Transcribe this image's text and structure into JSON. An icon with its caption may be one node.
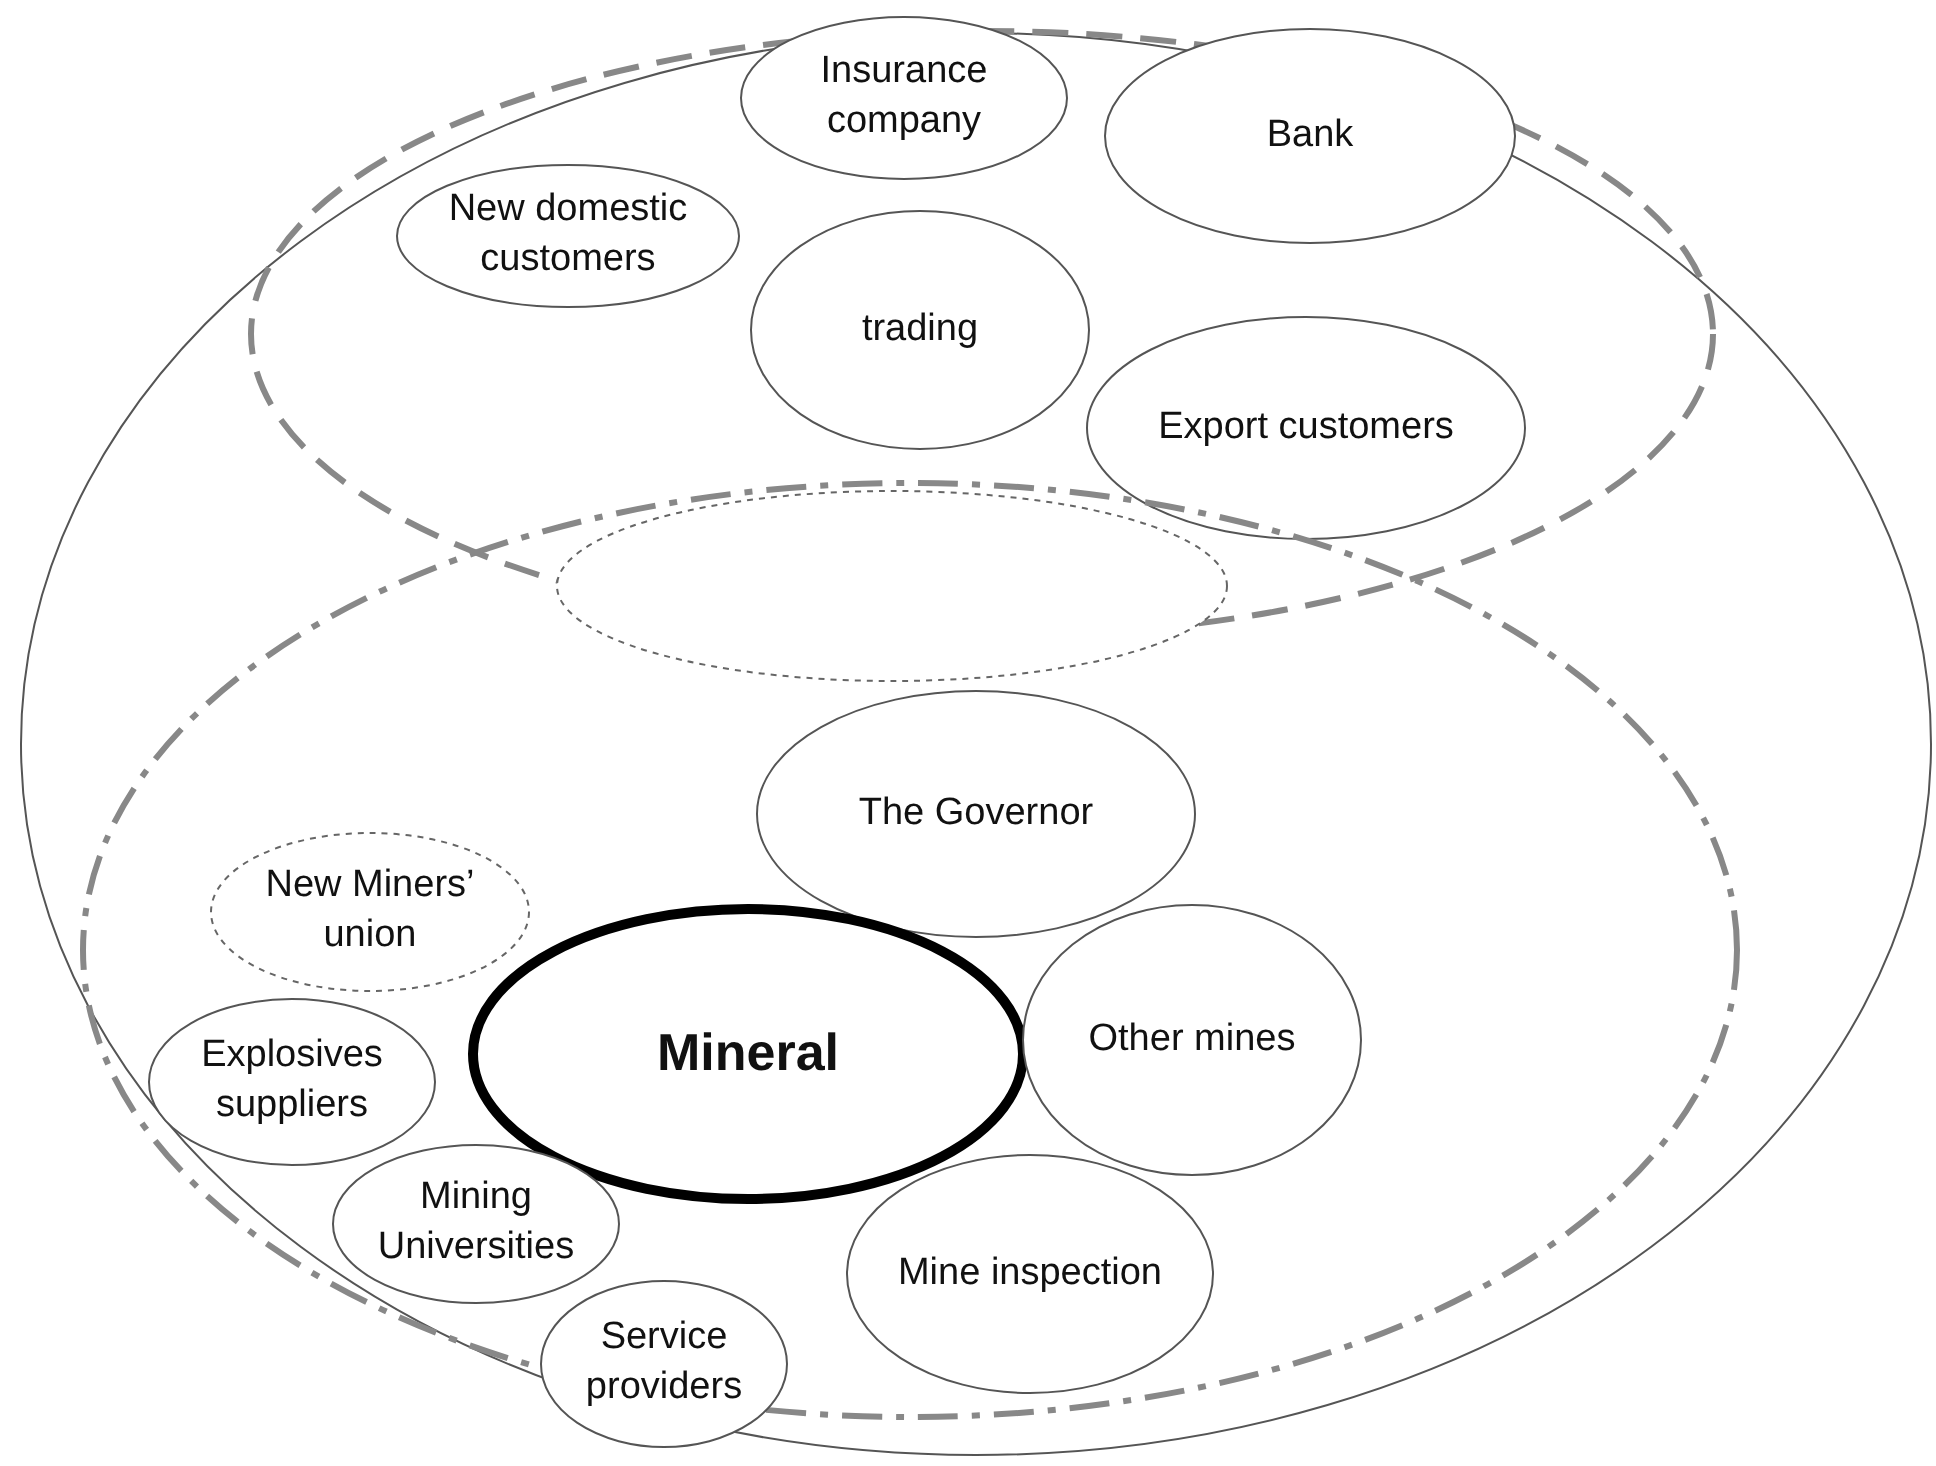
{
  "diagram": {
    "nodes": [
      {
        "text": [],
        "shape": "ellipse"
      },
      {
        "text": [],
        "shape": "ellipse",
        "in": 0
      },
      {
        "text": [],
        "shape": "ellipse",
        "in": 0
      },
      {
        "text": [
          "Insurance company"
        ]
      },
      {
        "text": [
          "New domestic customers"
        ],
        "in": 1
      },
      {
        "text": [
          "Bank"
        ],
        "in": 1
      },
      {
        "text": [
          "trading"
        ],
        "in": 1
      },
      {
        "text": [
          "Export customers"
        ],
        "in": 1
      },
      {
        "text": [],
        "shape": "ellipse",
        "in": 2
      },
      {
        "text": [
          "The Governor"
        ],
        "in": 2
      },
      {
        "text": [
          "New Miners’ union"
        ],
        "in": 2
      },
      {
        "text": [
          "Mineral"
        ],
        "in": 2
      },
      {
        "text": [
          "Other mines"
        ],
        "in": 2
      },
      {
        "text": [
          "Explosives suppliers"
        ],
        "in": 2
      },
      {
        "text": [
          "Mining Universities"
        ],
        "in": 2
      },
      {
        "text": [
          "Mine inspection"
        ],
        "in": 2
      },
      {
        "text": [
          "Service providers"
        ],
        "in": 0
      }
    ]
  }
}
